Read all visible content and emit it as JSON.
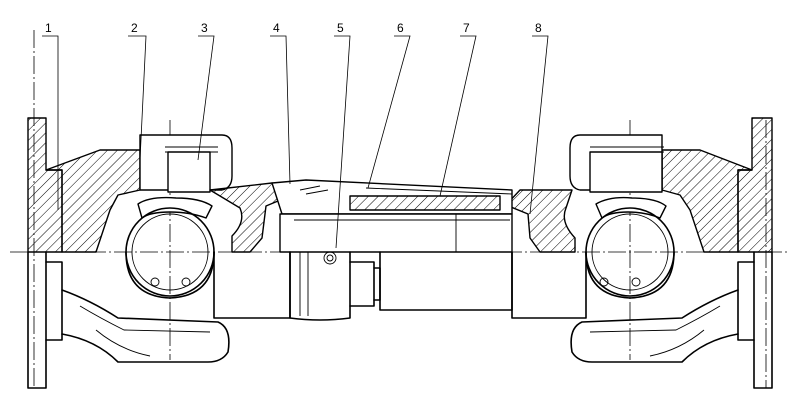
{
  "figure": {
    "callouts": [
      {
        "label": "1"
      },
      {
        "label": "2"
      },
      {
        "label": "3"
      },
      {
        "label": "4"
      },
      {
        "label": "5"
      },
      {
        "label": "6"
      },
      {
        "label": "7"
      },
      {
        "label": "8"
      }
    ]
  }
}
